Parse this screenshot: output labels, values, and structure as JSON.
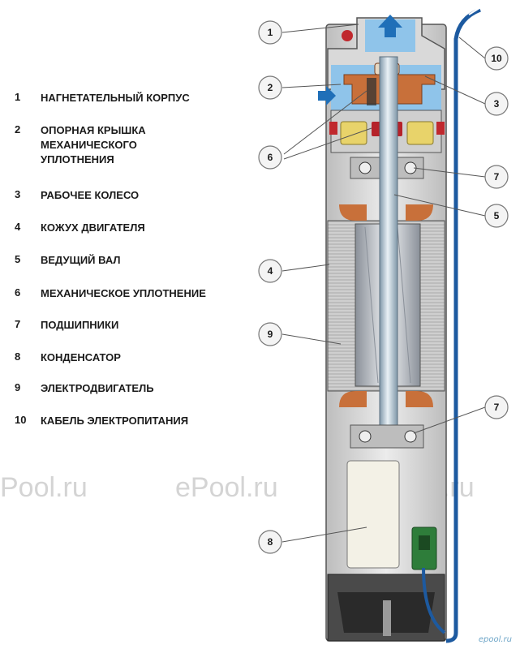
{
  "legend": [
    {
      "num": "1",
      "text": "НАГНЕТАТЕЛЬНЫЙ КОРПУС"
    },
    {
      "num": "2",
      "text": "ОПОРНАЯ КРЫШКА МЕХАНИЧЕСКОГО УПЛОТНЕНИЯ"
    },
    {
      "num": "3",
      "text": "РАБОЧЕЕ КОЛЕСО"
    },
    {
      "num": "4",
      "text": "КОЖУХ ДВИГАТЕЛЯ"
    },
    {
      "num": "5",
      "text": "ВЕДУЩИЙ ВАЛ"
    },
    {
      "num": "6",
      "text": "МЕХАНИЧЕСКОЕ УПЛОТНЕНИЕ"
    },
    {
      "num": "7",
      "text": "ПОДШИПНИКИ"
    },
    {
      "num": "8",
      "text": "КОНДЕНСАТОР"
    },
    {
      "num": "9",
      "text": "ЭЛЕКТРОДВИГАТЕЛЬ"
    },
    {
      "num": "10",
      "text": "КАБЕЛЬ ЭЛЕКТРОПИТАНИЯ"
    }
  ],
  "callouts": [
    "1",
    "2",
    "3",
    "4",
    "5",
    "6",
    "7",
    "7",
    "8",
    "9",
    "10"
  ],
  "watermark": [
    "Pool.ru",
    "ePool.ru",
    "ePool.ru"
  ],
  "stamp": "epool.ru",
  "colors": {
    "housing": "#dcdcdc",
    "outline": "#555555",
    "water": "#8fc4ea",
    "arrow": "#1f6fb8",
    "copper": "#c8703a",
    "oil": "#e8d36a",
    "seal_red": "#c0282d",
    "cable": "#1d5aa0",
    "capacitor": "#f3f1e6",
    "terminal": "#2e7d3a"
  }
}
